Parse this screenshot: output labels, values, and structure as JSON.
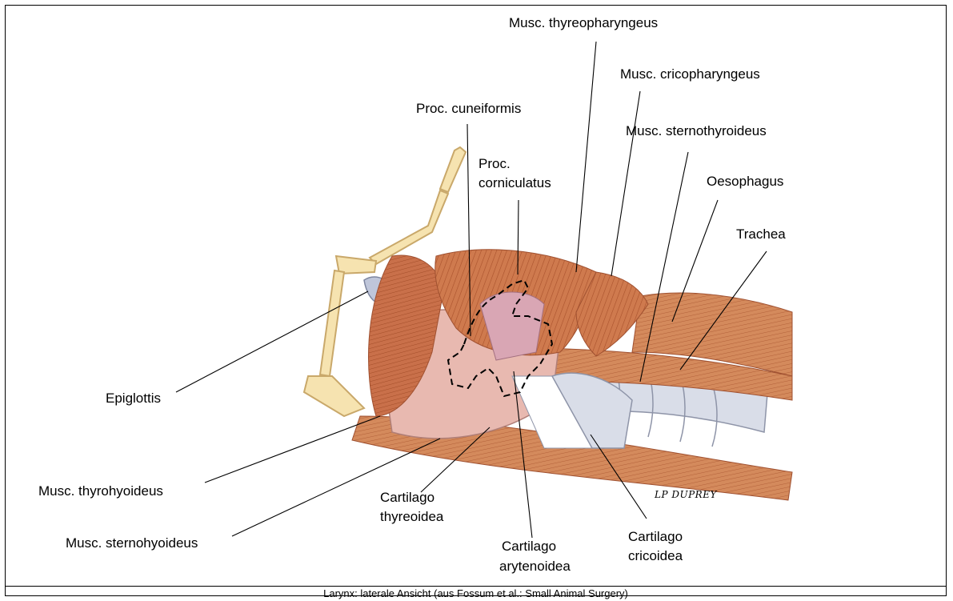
{
  "labels": {
    "thyreopharyngeus": "Musc. thyreopharyngeus",
    "cricopharyngeus": "Musc. cricopharyngeus",
    "cuneiformis": "Proc. cuneiformis",
    "sternothyroideus": "Musc. sternothyroideus",
    "corniculatus_1": "Proc.",
    "corniculatus_2": "corniculatus",
    "oesophagus": "Oesophagus",
    "trachea": "Trachea",
    "epiglottis": "Epiglottis",
    "thyrohyoideus": "Musc. thyrohyoideus",
    "sternohyoideus": "Musc. sternohyoideus",
    "thyreoidea_1": "Cartilago",
    "thyreoidea_2": "thyreoidea",
    "arytenoidea_1": "Cartilago",
    "arytenoidea_2": "arytenoidea",
    "cricoidea_1": "Cartilago",
    "cricoidea_2": "cricoidea"
  },
  "signature": "LP DUPREY",
  "caption": "Larynx: laterale Ansicht (aus Fossum et al.: Small Animal Surgery)"
}
